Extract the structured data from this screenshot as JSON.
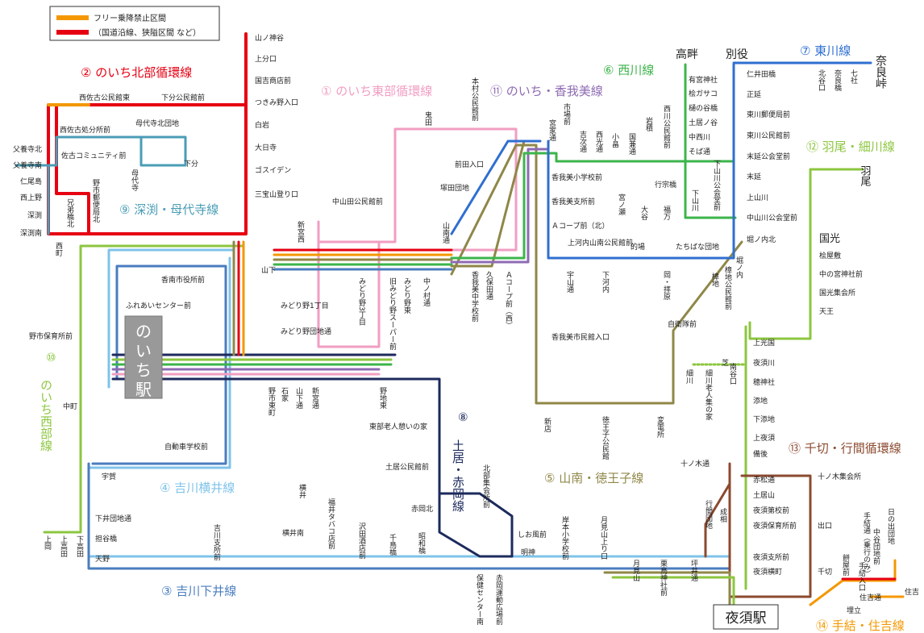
{
  "legend": {
    "items": [
      {
        "color": "#f39800",
        "text": "フリー乗降禁止区間"
      },
      {
        "color": "#e60012",
        "text": "（国道沿線、狭隘区間 など）"
      }
    ]
  },
  "lines": [
    {
      "id": "1",
      "num": "①",
      "name": "のいち東部循環線",
      "color": "#f19ec2"
    },
    {
      "id": "2",
      "num": "②",
      "name": "のいち北部循環線",
      "color": "#e60012"
    },
    {
      "id": "3",
      "num": "③",
      "name": "吉川下井線",
      "color": "#4a7dbf"
    },
    {
      "id": "4",
      "num": "④",
      "name": "吉川横井線",
      "color": "#7fc3ea"
    },
    {
      "id": "5",
      "num": "⑤",
      "name": "山南・徳王子線",
      "color": "#8f8748"
    },
    {
      "id": "6",
      "num": "⑥",
      "name": "西川線",
      "color": "#3cb44b"
    },
    {
      "id": "7",
      "num": "⑦",
      "name": "東川線",
      "color": "#2f6fd0"
    },
    {
      "id": "8",
      "num": "⑧",
      "name": "土居・赤岡線",
      "color": "#1d2a5c"
    },
    {
      "id": "9",
      "num": "⑨",
      "name": "深渕・母代寺線",
      "color": "#4a9db5"
    },
    {
      "id": "10",
      "num": "⑩",
      "name": "のいち西部線",
      "color": "#8cc63f"
    },
    {
      "id": "11",
      "num": "⑪",
      "name": "のいち・香我美線",
      "color": "#8e6bb3"
    },
    {
      "id": "12",
      "num": "⑫",
      "name": "羽尾・細川線",
      "color": "#8cc63f"
    },
    {
      "id": "13",
      "num": "⑬",
      "name": "千切・行間循環線",
      "color": "#8b4a2f"
    },
    {
      "id": "14",
      "num": "⑭",
      "name": "手結・住吉線",
      "color": "#f39800"
    }
  ],
  "stations": {
    "noichi": {
      "chars": [
        "の",
        "い",
        "ち",
        "駅"
      ]
    },
    "yasu": "夜須駅"
  },
  "stops": {
    "north_col": [
      "山ノ神谷",
      "上分口",
      "国吉商店前",
      "つきみ野入口",
      "白岩",
      "大日寺",
      "ゴスイデン",
      "三宝山登り口"
    ],
    "west_col": [
      "父養寺北",
      "父養寺南",
      "仁尾島",
      "西上野",
      "深渕",
      "深渕南"
    ],
    "north_row": [
      "西佐古公民館東",
      "下分公民館前"
    ],
    "mid_north": [
      "西佐古処分所前",
      "佐古コミュニティ前",
      "母代寺北団地",
      "下分"
    ],
    "noichi_area": [
      "香南市役所前",
      "ふれあいセンター前",
      "野市保育所前",
      "自動車学校前",
      "中町",
      "中山田公民館前",
      "山下",
      "みどり野1丁目",
      "みどり野団地通"
    ],
    "yoshikawa": [
      "宇賀",
      "下井団地通",
      "担谷橋",
      "天野",
      "横井南",
      "東部老人憩いの家",
      "土居公民館前",
      "赤岡北",
      "しお風前",
      "明神"
    ],
    "kagami": [
      "前田入口",
      "塚田団地",
      "香我美小学校前",
      "香我美支所前",
      "Ａコープ前（北）",
      "上河内山南公民館前",
      "香我美市民館入口",
      "的場",
      "たちばな団地",
      "堀ノ内北",
      "自衛隊前"
    ],
    "east_row": [
      "仁井田橋",
      "正延",
      "東川郵便局前",
      "東川公民館前",
      "末延公会堂前",
      "末延",
      "上山川",
      "中山川公会堂前",
      "行宗橋"
    ],
    "east_top": [
      "高畔",
      "別役",
      "奈良峠"
    ],
    "nishikawa": [
      "有宮神社",
      "桧ガサコ",
      "樋の谷橋",
      "土居ノ谷",
      "中西川",
      "そば通"
    ],
    "hao": [
      "羽尾",
      "国光",
      "桧屋敷",
      "中の宮神社前",
      "国光集会所",
      "天王"
    ],
    "yasu_area": [
      "上光国",
      "夜須川",
      "穂神社",
      "添地",
      "下添地",
      "上夜須",
      "備後",
      "十ノ木通",
      "赤松通",
      "土居山",
      "夜須第校前",
      "夜須保育所前",
      "夜須支所前",
      "夜須横町",
      "十ノ木集会所",
      "出口",
      "千切",
      "住吉通",
      "埋立",
      "住吉"
    ],
    "vertical": [
      "兄弟橋北",
      "野市郵便局北",
      "西町",
      "母代寺",
      "新宮西",
      "本村公民館前",
      "鬼田",
      "市場前",
      "宮家通",
      "吉次通",
      "西光通",
      "小畠",
      "国兼通",
      "岩積",
      "西川公民館前",
      "下山川公会堂前",
      "下山川",
      "宮ノ瀬",
      "大谷",
      "福万",
      "みどり野3丁目",
      "旧みどり野スーパー前",
      "みどり野東",
      "中ノ村通",
      "山南通",
      "久保田通",
      "香我美中学校前",
      "Ａコープ前（西）",
      "宇山通",
      "下河内",
      "岡・拝原",
      "堀ノ内",
      "樟地",
      "樟地公民館前",
      "野市東町",
      "石家",
      "山下通",
      "新宮通",
      "野地東",
      "新店",
      "徳王子公民館",
      "変電所",
      "細川",
      "細川老人集の家",
      "芝",
      "南谷口",
      "北部集会所前",
      "保健センター南",
      "赤岡運動広場前",
      "岸本小学校前",
      "月見山上り口",
      "月見山",
      "栗鳥神社前",
      "坪井通",
      "吉川支所前",
      "福井タバコ店前",
      "沢田酒店前",
      "千鳥橋",
      "昭和橋",
      "横井",
      "上岡",
      "上高田",
      "下高田",
      "北谷口",
      "奈良橋",
      "七社",
      "行間団地",
      "成相",
      "中谷団地前",
      "手結通（乗行のみ）",
      "日の出団地",
      "餅屋前",
      "手結入口"
    ]
  },
  "colors": {
    "orange": "#f39800",
    "red": "#e60012",
    "pink": "#f19ec2",
    "navy": "#1d2a5c",
    "blue": "#4a7dbf",
    "lightblue": "#7fc3ea",
    "olive": "#8f8748",
    "green": "#3cb44b",
    "eastblue": "#2f6fd0",
    "teal": "#4a9db5",
    "lime": "#8cc63f",
    "purple": "#8e6bb3",
    "brown": "#8b4a2f"
  }
}
